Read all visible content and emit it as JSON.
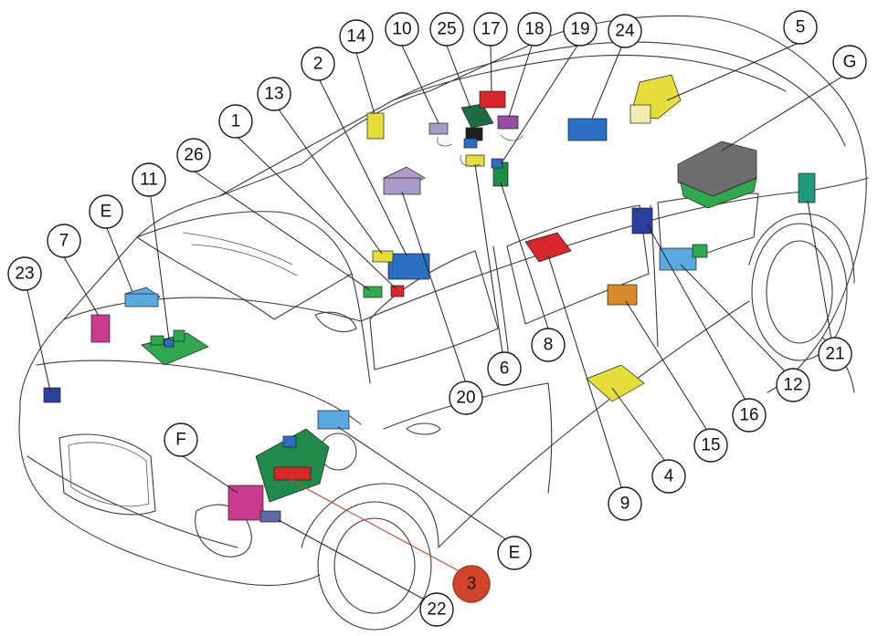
{
  "callouts": [
    {
      "id": "c14",
      "label": "14"
    },
    {
      "id": "c10",
      "label": "10"
    },
    {
      "id": "c25",
      "label": "25"
    },
    {
      "id": "c17",
      "label": "17"
    },
    {
      "id": "c18",
      "label": "18"
    },
    {
      "id": "c19",
      "label": "19"
    },
    {
      "id": "c24",
      "label": "24"
    },
    {
      "id": "c5",
      "label": "5"
    },
    {
      "id": "cG",
      "label": "G"
    },
    {
      "id": "c2",
      "label": "2"
    },
    {
      "id": "c13",
      "label": "13"
    },
    {
      "id": "c1",
      "label": "1"
    },
    {
      "id": "c26",
      "label": "26"
    },
    {
      "id": "c11",
      "label": "11"
    },
    {
      "id": "cE1",
      "label": "E"
    },
    {
      "id": "c7",
      "label": "7"
    },
    {
      "id": "c23",
      "label": "23"
    },
    {
      "id": "cF",
      "label": "F"
    },
    {
      "id": "c3",
      "label": "3",
      "highlight": true
    },
    {
      "id": "c22",
      "label": "22"
    },
    {
      "id": "cE2",
      "label": "E"
    },
    {
      "id": "c9",
      "label": "9"
    },
    {
      "id": "c4",
      "label": "4"
    },
    {
      "id": "c15",
      "label": "15"
    },
    {
      "id": "c16",
      "label": "16"
    },
    {
      "id": "c12",
      "label": "12"
    },
    {
      "id": "c21",
      "label": "21"
    },
    {
      "id": "c8",
      "label": "8"
    },
    {
      "id": "c6",
      "label": "6"
    },
    {
      "id": "c20",
      "label": "20"
    }
  ],
  "colors": {
    "highlight": "#d2452c",
    "green": "#2fa84f",
    "blue": "#2a6fc4",
    "lightblue": "#5aa9e0",
    "yellow": "#e6dd3a",
    "red": "#d8262a",
    "purple": "#9b4aa8",
    "lavender": "#a99bc9",
    "magenta": "#c83b8f",
    "teal": "#1f9a7a",
    "orange": "#d88a2d",
    "gray": "#6e6e6e",
    "navy": "#2b3f9e"
  }
}
